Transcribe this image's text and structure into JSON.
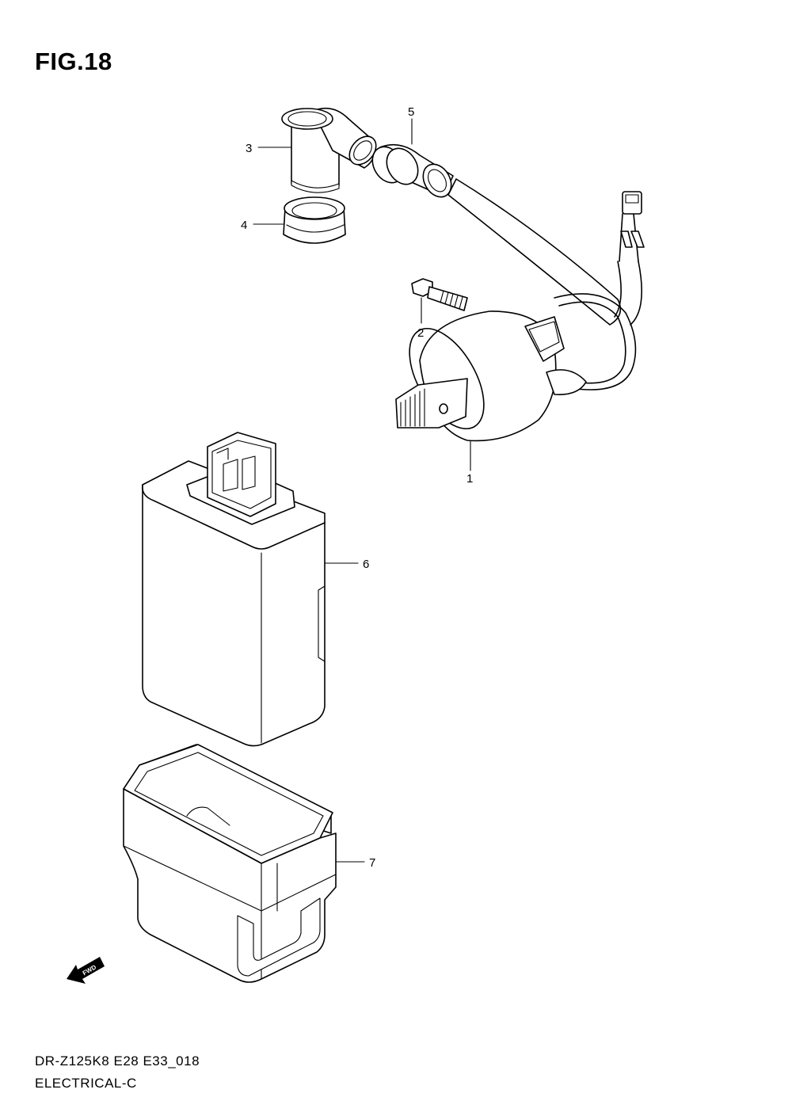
{
  "figure": {
    "title": "FIG.18",
    "model_code": "DR-Z125K8 E28 E33_018",
    "section": "ELECTRICAL-C"
  },
  "callouts": [
    {
      "id": "1",
      "label": "1"
    },
    {
      "id": "2",
      "label": "2"
    },
    {
      "id": "3",
      "label": "3"
    },
    {
      "id": "4",
      "label": "4"
    },
    {
      "id": "5",
      "label": "5"
    },
    {
      "id": "6",
      "label": "6"
    },
    {
      "id": "7",
      "label": "7"
    }
  ],
  "fwd_marker": {
    "label": "FWD"
  }
}
